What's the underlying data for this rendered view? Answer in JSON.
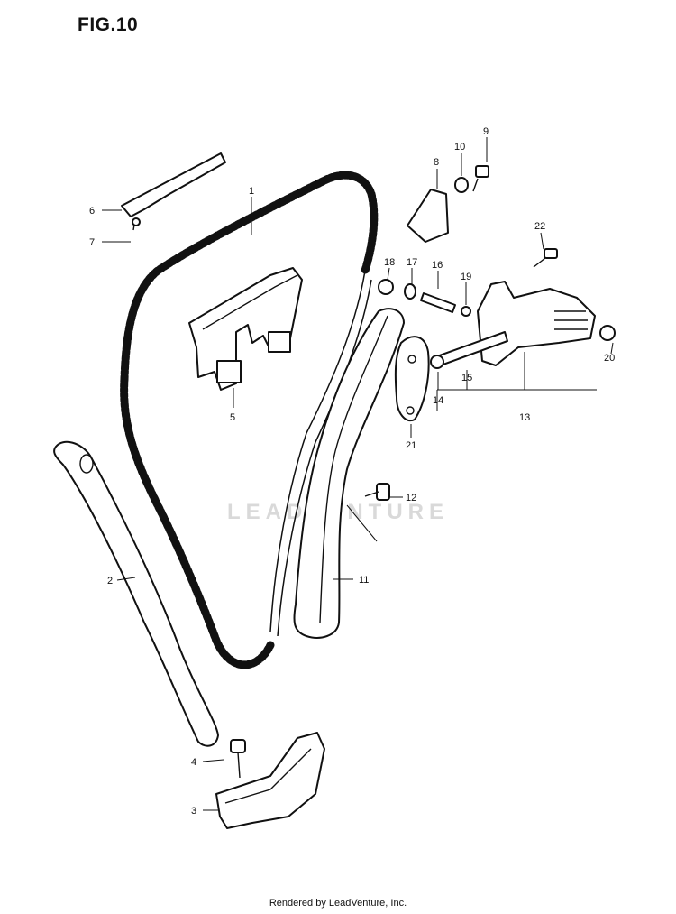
{
  "figure": {
    "title": "FIG.10"
  },
  "watermark": "LEADVENTURE",
  "footer": "Rendered by LeadVenture, Inc.",
  "callouts": {
    "c1": "1",
    "c2": "2",
    "c3": "3",
    "c4": "4",
    "c5": "5",
    "c6": "6",
    "c7": "7",
    "c8": "8",
    "c9": "9",
    "c10": "10",
    "c11": "11",
    "c12": "12",
    "c13": "13",
    "c14": "14",
    "c15": "15",
    "c16": "16",
    "c17": "17",
    "c18": "18",
    "c19": "19",
    "c20": "20",
    "c21": "21",
    "c22": "22"
  }
}
